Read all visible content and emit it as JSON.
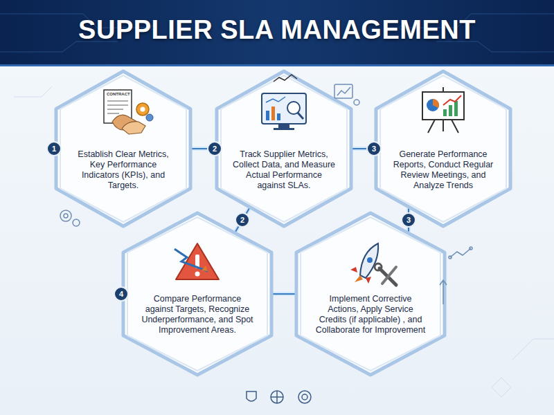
{
  "diagram": {
    "title": "SUPPLIER SLA MANAGEMENT",
    "nodes": [
      {
        "text": [
          "Establish Clear Metrics, Key Performance Indicators (KPIs), and Targets."
        ]
      },
      {
        "text": [
          "Track Supplier Metrics, Collect Data, and Measure Actual Performance against SLAs."
        ]
      },
      {
        "text": [
          "Generate Performance Reports, Conduct Regular Review Meetings, and Analyze Trends"
        ]
      },
      {
        "text": [
          "Compare Performance against Targets, Recognize Underperformance, and Spot Improvement Areas."
        ]
      },
      {
        "text": [
          "Implement Corrective Actions, Apply Service Credits (if applicable) , and Collaborate for Improvement"
        ]
      }
    ],
    "edges": [
      {
        "from": 0,
        "to": 1,
        "arrow": "none"
      },
      {
        "from": 1,
        "to": 2,
        "arrow": "none"
      },
      {
        "from": 1,
        "to": 3,
        "arrow": "none"
      },
      {
        "from": 2,
        "to": 4,
        "arrow": "none"
      },
      {
        "from": 3,
        "to": 4,
        "arrow": "none"
      }
    ],
    "labels": [
      "1",
      "2",
      "3",
      "2",
      "3",
      "4",
      "CONTRACT"
    ]
  }
}
